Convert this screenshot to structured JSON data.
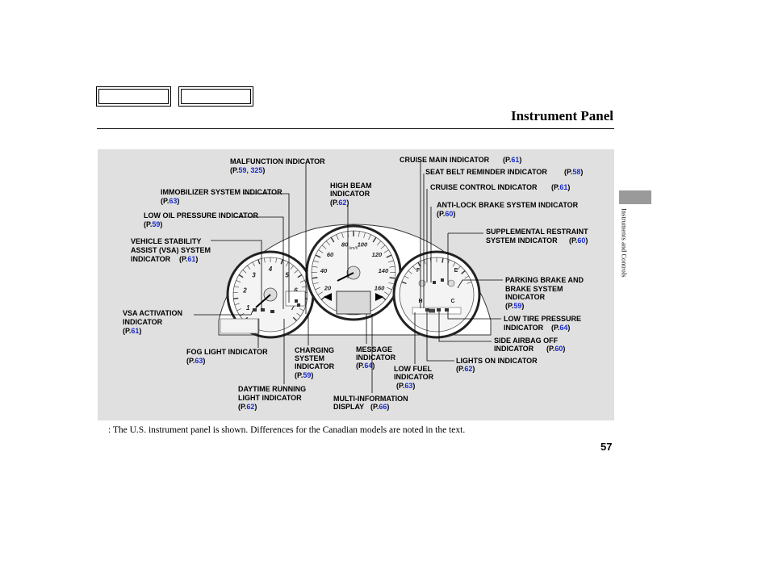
{
  "title": "Instrument Panel",
  "side_tab": "Instruments and Controls",
  "note": ":  The U.S. instrument panel is shown. Differences for the Canadian models are noted in the text.",
  "page_number": "57",
  "labels": {
    "malfunction": {
      "text": "MALFUNCTION INDICATOR",
      "ref_pre": "(P.",
      "ref": "59, 325",
      "ref_post": ")"
    },
    "immobilizer": {
      "text": "IMMOBILIZER SYSTEM INDICATOR",
      "ref_pre": "(P.",
      "ref": "63",
      "ref_post": ")"
    },
    "low_oil": {
      "text": "LOW OIL PRESSURE INDICATOR",
      "ref_pre": "(P.",
      "ref": "59",
      "ref_post": ")"
    },
    "vsa_1": "VEHICLE STABILITY",
    "vsa_2": "ASSIST (VSA) SYSTEM",
    "vsa_3": "INDICATOR",
    "vsa_ref": {
      "pre": "(P.",
      "num": "61",
      "post": ")"
    },
    "vsa_act_1": "VSA ACTIVATION",
    "vsa_act_2": "INDICATOR",
    "vsa_act_ref": {
      "pre": "(P.",
      "num": "61",
      "post": ")"
    },
    "fog": {
      "text": "FOG LIGHT INDICATOR",
      "ref_pre": "(P.",
      "ref": "63",
      "ref_post": ")"
    },
    "charging_1": "CHARGING",
    "charging_2": "SYSTEM",
    "charging_3": "INDICATOR",
    "charging_ref": {
      "pre": "(P.",
      "num": "59",
      "post": ")"
    },
    "drl_1": "DAYTIME RUNNING",
    "drl_2": "LIGHT INDICATOR",
    "drl_ref": {
      "pre": "(P.",
      "num": "62",
      "post": ")"
    },
    "high_beam_1": "HIGH BEAM",
    "high_beam_2": "INDICATOR",
    "high_beam_ref": {
      "pre": "(P.",
      "num": "62",
      "post": ")"
    },
    "message_1": "MESSAGE",
    "message_2": "INDICATOR",
    "message_ref": {
      "pre": "(P.",
      "num": "64",
      "post": ")"
    },
    "mid_1": "MULTI-INFORMATION",
    "mid_2": "DISPLAY",
    "mid_ref": {
      "pre": "(P.",
      "num": "66",
      "post": ")"
    },
    "low_fuel_1": "LOW FUEL",
    "low_fuel_2": "INDICATOR",
    "low_fuel_ref": {
      "pre": "(P.",
      "num": "63",
      "post": ")"
    },
    "cruise_main": {
      "text": "CRUISE MAIN INDICATOR",
      "ref_pre": "(P.",
      "ref": "61",
      "ref_post": ")"
    },
    "seat_belt": {
      "text": "SEAT BELT REMINDER INDICATOR",
      "ref_pre": "(P.",
      "ref": "58",
      "ref_post": ")"
    },
    "cruise_control": {
      "text": "CRUISE CONTROL INDICATOR",
      "ref_pre": "(P.",
      "ref": "61",
      "ref_post": ")"
    },
    "abs": {
      "text": "ANTI-LOCK BRAKE SYSTEM INDICATOR",
      "ref_pre": "(P.",
      "ref": "60",
      "ref_post": ")"
    },
    "srs_1": "SUPPLEMENTAL RESTRAINT",
    "srs_2": "SYSTEM INDICATOR",
    "srs_ref": {
      "pre": "(P.",
      "num": "60",
      "post": ")"
    },
    "parking_1": "PARKING BRAKE AND",
    "parking_2": "BRAKE SYSTEM",
    "parking_3": "INDICATOR",
    "parking_ref": {
      "pre": "(P.",
      "num": "59",
      "post": ")"
    },
    "tpms_1": "LOW TIRE PRESSURE",
    "tpms_2": "INDICATOR",
    "tpms_ref": {
      "pre": "(P.",
      "num": "64",
      "post": ")"
    },
    "side_airbag_1": "SIDE AIRBAG OFF",
    "side_airbag_2": "INDICATOR",
    "side_airbag_ref": {
      "pre": "(P.",
      "num": "60",
      "post": ")"
    },
    "lights_on": "LIGHTS ON  INDICATOR",
    "lights_on_ref": {
      "pre": "(P.",
      "num": "62",
      "post": ")"
    }
  },
  "gauges": {
    "tach_numbers": [
      "1",
      "2",
      "3",
      "4",
      "5",
      "6",
      "7"
    ],
    "speedo_numbers": [
      "20",
      "40",
      "60",
      "80",
      "100",
      "120",
      "140",
      "160"
    ],
    "fuel_marks": [
      "F",
      "E",
      "H",
      "C"
    ]
  },
  "colors": {
    "figure_bg": "#e0e0e0",
    "ref_number": "#1a2ccc",
    "tab": "#9a9a9a"
  }
}
